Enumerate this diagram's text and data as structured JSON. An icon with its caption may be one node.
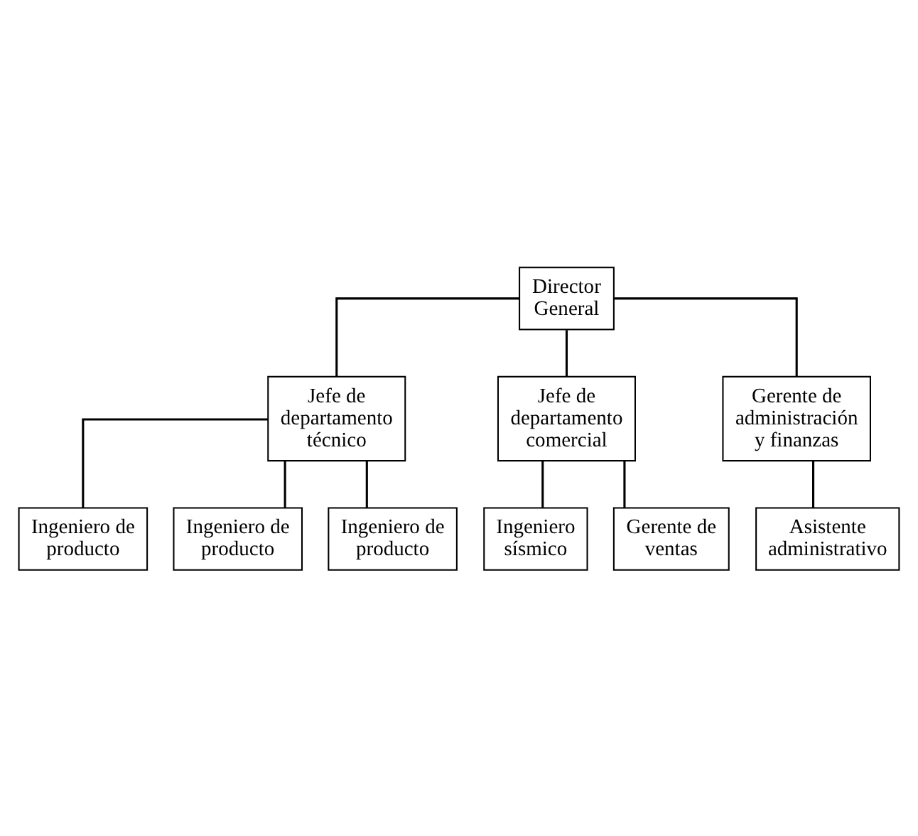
{
  "diagram": {
    "nodes": [
      {
        "text": [
          "Director General"
        ]
      },
      {
        "text": [
          "Jefe de departamento técnico"
        ]
      },
      {
        "text": [
          "Jefe de departamento comercial"
        ]
      },
      {
        "text": [
          "Gerente de administración y finanzas"
        ]
      },
      {
        "text": [
          "Ingeniero de producto"
        ]
      },
      {
        "text": [
          "Ingeniero de producto"
        ]
      },
      {
        "text": [
          "Ingeniero de producto"
        ]
      },
      {
        "text": [
          "Ingeniero sísmico"
        ]
      },
      {
        "text": [
          "Gerente de ventas"
        ]
      },
      {
        "text": [
          "Asistente administrativo"
        ]
      }
    ],
    "edges": [
      {
        "from": 0,
        "to": 1,
        "arrow": "none"
      },
      {
        "from": 0,
        "to": 2,
        "arrow": "none"
      },
      {
        "from": 0,
        "to": 3,
        "arrow": "none"
      },
      {
        "from": 1,
        "to": 4,
        "arrow": "none"
      },
      {
        "from": 1,
        "to": 5,
        "arrow": "none"
      },
      {
        "from": 1,
        "to": 6,
        "arrow": "none"
      },
      {
        "from": 2,
        "to": 7,
        "arrow": "none"
      },
      {
        "from": 2,
        "to": 8,
        "arrow": "none"
      },
      {
        "from": 3,
        "to": 9,
        "arrow": "none"
      }
    ]
  }
}
